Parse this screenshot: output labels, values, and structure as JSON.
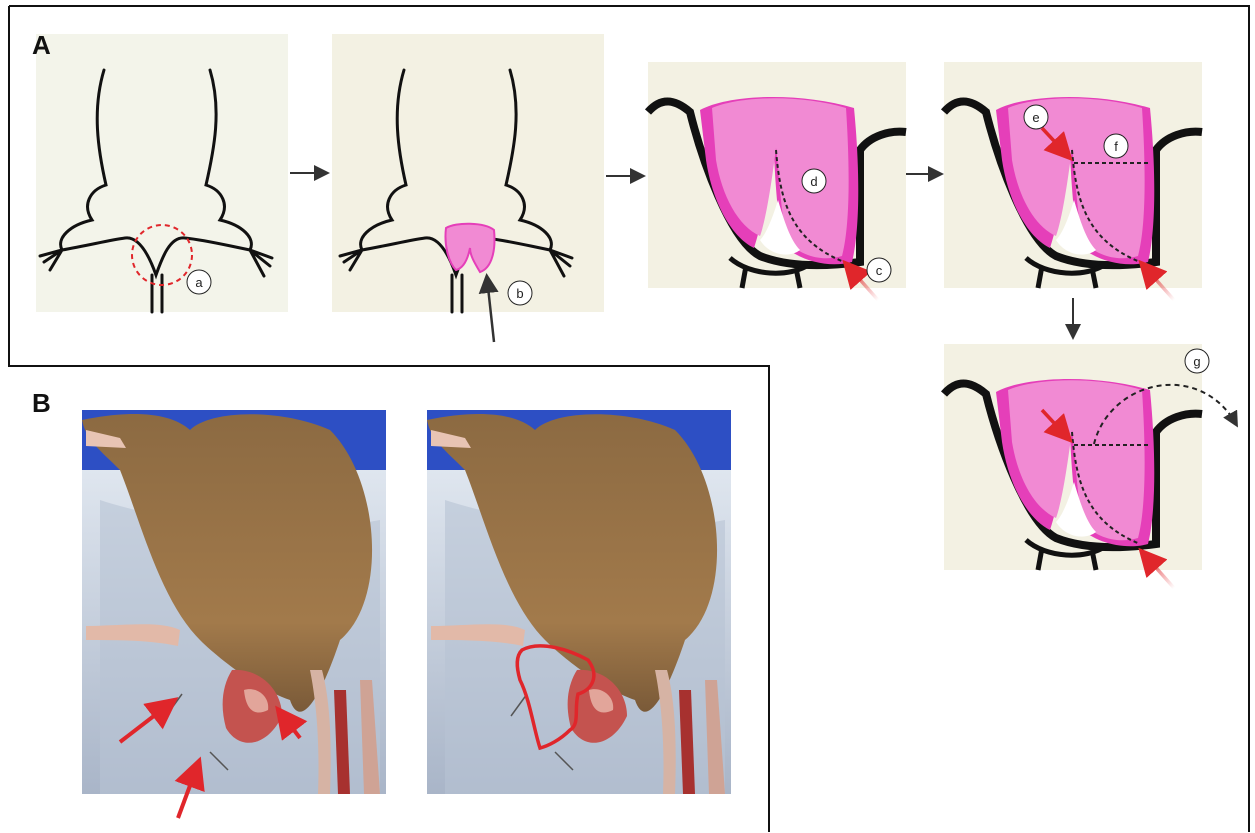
{
  "panels": {
    "a_label": "A",
    "b_label": "B"
  },
  "callouts": {
    "a": "a",
    "b": "b",
    "c": "c",
    "d": "d",
    "e": "e",
    "f": "f",
    "g": "g"
  },
  "colors": {
    "tissue_light": "#f18ad3",
    "tissue_dark": "#e53fb9",
    "panel_bg": "#f3f1e3",
    "photo_bg": "#f3f4ea",
    "arrow_red": "#e0262b",
    "outline": "#111111",
    "fur": "#9b7448",
    "drape": "#2d4fc4"
  }
}
